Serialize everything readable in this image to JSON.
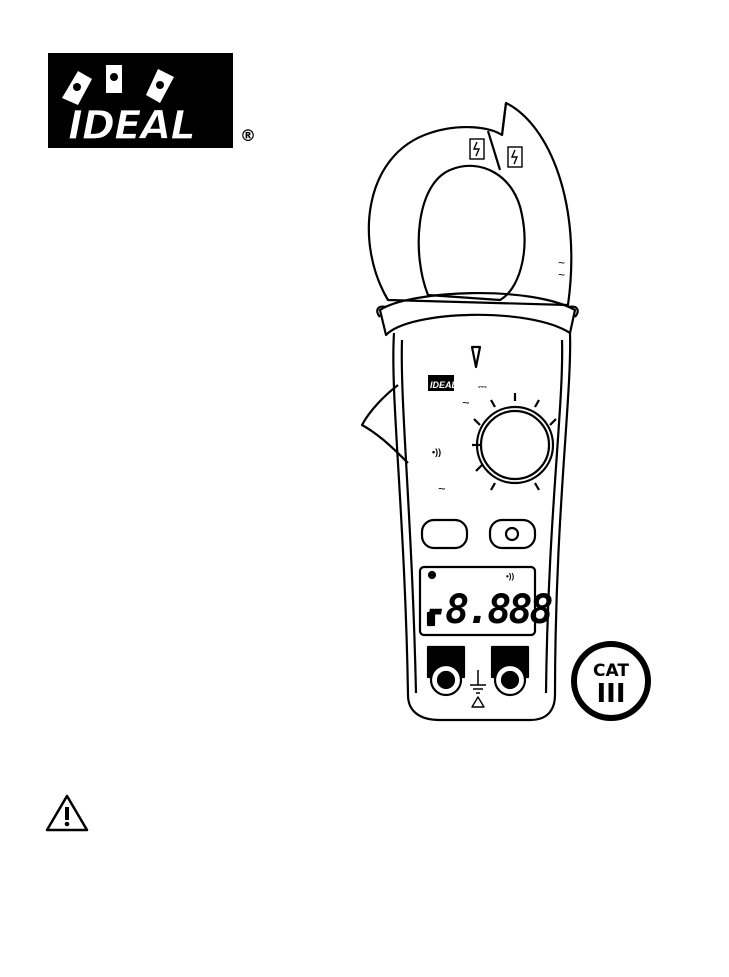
{
  "brand": {
    "name": "IDEAL",
    "registered": "®"
  },
  "meter": {
    "small_logo": "IDEAL",
    "display_reading": "-8.888",
    "dc_symbol": "⎓",
    "ac_symbol": "~",
    "continuity_symbol": "•))"
  },
  "cat_rating": {
    "label": "CAT",
    "level": "III"
  },
  "colors": {
    "ink": "#000000",
    "paper": "#ffffff"
  }
}
